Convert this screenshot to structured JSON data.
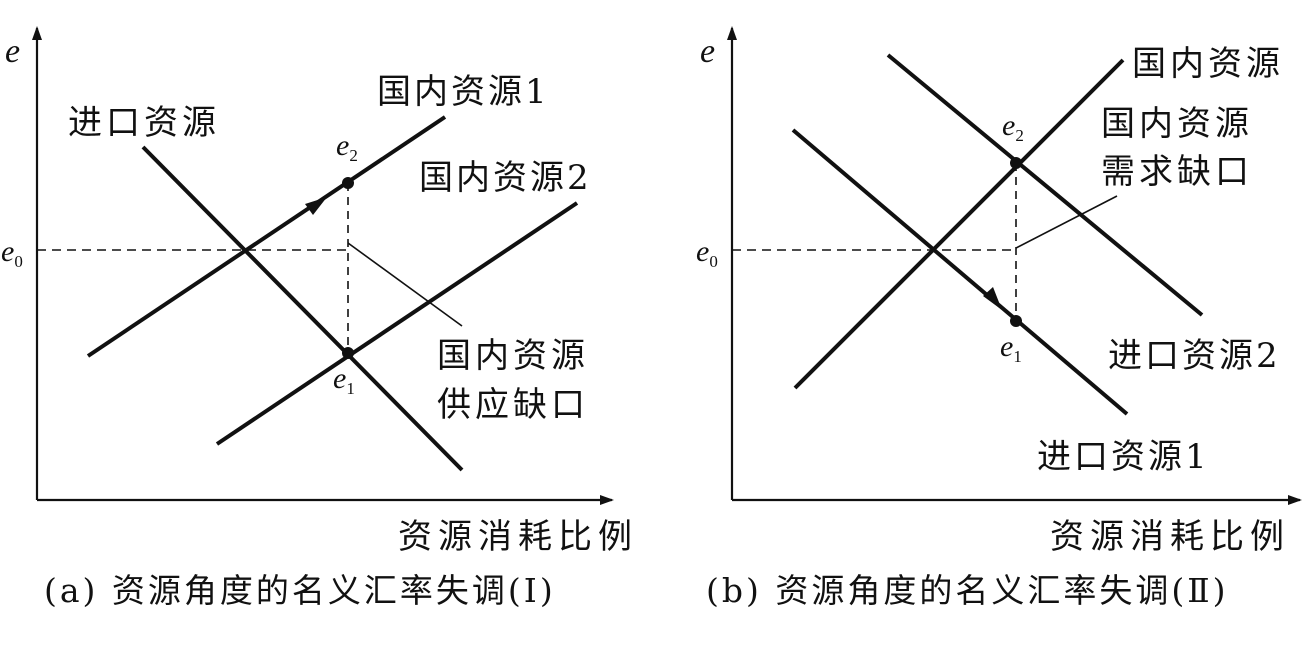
{
  "panel_a": {
    "y_axis_label": "e",
    "x_axis_label": "资源消耗比例",
    "e0_main": "e",
    "e0_sub": "0",
    "e1_main": "e",
    "e1_sub": "1",
    "e2_main": "e",
    "e2_sub": "2",
    "import_line_label": "进口资源",
    "domestic1_label": "国内资源1",
    "domestic2_label": "国内资源2",
    "gap_label_line1": "国内资源",
    "gap_label_line2": "供应缺口",
    "caption": "(a) 资源角度的名义汇率失调(Ⅰ)"
  },
  "panel_b": {
    "y_axis_label": "e",
    "x_axis_label": "资源消耗比例",
    "e0_main": "e",
    "e0_sub": "0",
    "e1_main": "e",
    "e1_sub": "1",
    "e2_main": "e",
    "e2_sub": "2",
    "domestic_line_label": "国内资源",
    "gap_label_line1": "国内资源",
    "gap_label_line2": "需求缺口",
    "import2_label": "进口资源2",
    "import1_label": "进口资源1",
    "caption": "(b) 资源角度的名义汇率失调(Ⅱ)"
  },
  "colors": {
    "ink": "#111111",
    "background": "#ffffff"
  }
}
